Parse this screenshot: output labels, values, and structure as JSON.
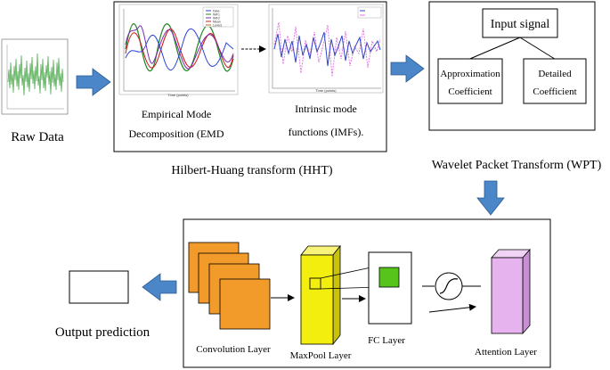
{
  "raw_data": {
    "label": "Raw Data"
  },
  "hht": {
    "emd_label_1": "Empirical Mode",
    "emd_label_2": "Decomposition (EMD",
    "imf_label_1": "Intrinsic mode",
    "imf_label_2": "functions (IMFs).",
    "caption": "Hilbert-Huang transform (HHT)",
    "emd_legend": [
      "Data",
      "IMF1",
      "IMF2",
      "Mean",
      "Level1"
    ],
    "emd_xlabel": "Time (points)",
    "imf_xlabel": "Time (points)"
  },
  "wpt": {
    "input_signal": "Input signal",
    "approx_1": "Approximation",
    "approx_2": "Coefficient",
    "detail_1": "Detailed",
    "detail_2": "Coefficient",
    "caption": "Wavelet Packet Transform (WPT)"
  },
  "model": {
    "conv_label": "Convolution  Layer",
    "maxpool_label": "MaxPool Layer",
    "fc_label": "FC Layer",
    "attention_label": "Attention Layer"
  },
  "output": {
    "label": "Output prediction"
  },
  "colors": {
    "arrow_blue": "#4a86c8",
    "conv_orange": "#f29b2a",
    "maxpool_yellow": "#f4ee0e",
    "fc_green": "#56c41a",
    "attention_pink": "#e6b3ee",
    "raw_green": "#3ea33e"
  }
}
